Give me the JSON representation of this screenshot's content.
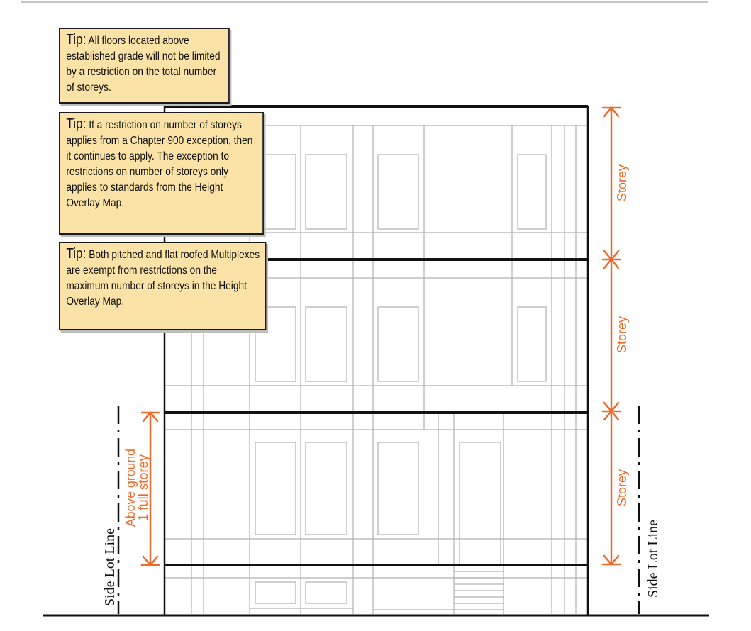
{
  "colors": {
    "background": "#ffffff",
    "line": "#111111",
    "thin_line": "#b0b0b0",
    "dimension": "#ee6a2a",
    "tip_fill": "#fbe3a7",
    "tip_border": "#1a1a1a"
  },
  "tips": [
    {
      "heading": "Tip:",
      "text": "All floors located above established grade will not be limited by a restriction on the total number of storeys."
    },
    {
      "heading": "Tip:",
      "text": "If a restriction on number of storeys applies from a Chapter 900 exception, then it continues to apply. The exception to restrictions on number of storeys only applies to standards from the Height Overlay Map."
    },
    {
      "heading": "Tip:",
      "text": "Both pitched and flat roofed Multiplexes are exempt from restrictions on the maximum number of storeys in the Height Overlay Map."
    }
  ],
  "labels": {
    "storey": "Storey",
    "side_lot_line": "Side Lot Line",
    "above_ground_line1": "Above ground",
    "above_ground_line2": "1 full storey"
  }
}
